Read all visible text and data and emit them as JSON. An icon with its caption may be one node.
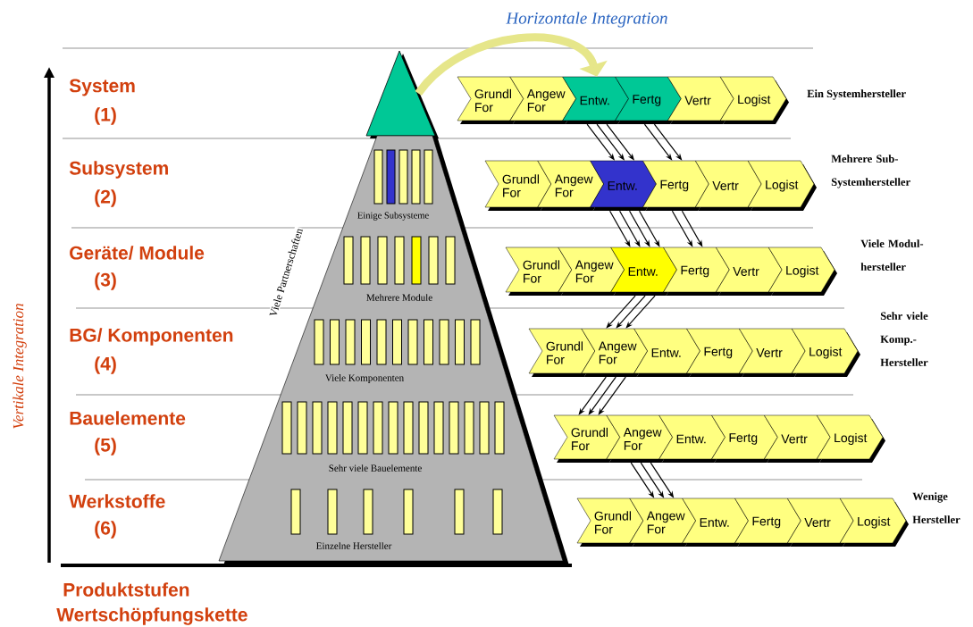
{
  "diagram": {
    "title": "Horizontale Integration",
    "nodes": [
      {
        "text": [],
        "shape": "triangle"
      },
      {
        "text": [
          "Einige Subsysteme",
          "Mehrere Module",
          "Viele Komponenten",
          "Sehr viele Bauelemente",
          "Einzelne Hersteller"
        ]
      },
      {
        "text": [
          "Grundl For"
        ]
      },
      {
        "text": [
          "Angew For"
        ]
      },
      {
        "text": [
          "Entw."
        ]
      },
      {
        "text": [
          "Fertg"
        ]
      },
      {
        "text": [
          "Vertr"
        ]
      },
      {
        "text": [
          "Logist"
        ]
      },
      {
        "text": [
          "Grundl For"
        ]
      },
      {
        "text": [
          "Angew For"
        ]
      },
      {
        "text": [
          "Entw."
        ]
      },
      {
        "text": [
          "Fertg"
        ]
      },
      {
        "text": [
          "Vertr"
        ]
      },
      {
        "text": [
          "Logist"
        ]
      },
      {
        "text": [
          "Grundl For"
        ]
      },
      {
        "text": [
          "Angew For"
        ]
      },
      {
        "text": [
          "Entw."
        ]
      },
      {
        "text": [
          "Fertg"
        ]
      },
      {
        "text": [
          "Vertr"
        ]
      },
      {
        "text": [
          "Logist"
        ]
      },
      {
        "text": [
          "Grundl For"
        ]
      },
      {
        "text": [
          "Angew For"
        ]
      },
      {
        "text": [
          "Entw."
        ]
      },
      {
        "text": [
          "Fertg"
        ]
      },
      {
        "text": [
          "Vertr"
        ]
      },
      {
        "text": [
          "Logist"
        ]
      },
      {
        "text": [
          "Grundl For"
        ]
      },
      {
        "text": [
          "Angew For"
        ]
      },
      {
        "text": [
          "Entw."
        ]
      },
      {
        "text": [
          "Fertg"
        ]
      },
      {
        "text": [
          "Vertr"
        ]
      },
      {
        "text": [
          "Logist"
        ]
      },
      {
        "text": [
          "Grundl For"
        ]
      },
      {
        "text": [
          "Angew For"
        ]
      },
      {
        "text": [
          "Entw."
        ]
      },
      {
        "text": [
          "Fertg"
        ]
      },
      {
        "text": [
          "Vertr"
        ]
      },
      {
        "text": [
          "Logist"
        ]
      }
    ],
    "edges": [
      {
        "from": 0,
        "to": 4,
        "arrow": "to",
        "style": "thick",
        "color": "#e6e68a"
      },
      {
        "from": 4,
        "to": 10,
        "arrow": "to"
      },
      {
        "from": 4,
        "to": 10,
        "arrow": "to"
      },
      {
        "from": 4,
        "to": 10,
        "arrow": "to"
      },
      {
        "from": 5,
        "to": 11,
        "arrow": "to"
      },
      {
        "from": 5,
        "to": 11,
        "arrow": "to"
      },
      {
        "from": 10,
        "to": 16,
        "arrow": "to"
      },
      {
        "from": 10,
        "to": 16,
        "arrow": "to"
      },
      {
        "from": 10,
        "to": 16,
        "arrow": "to"
      },
      {
        "from": 10,
        "to": 16,
        "arrow": "to"
      },
      {
        "from": 11,
        "to": 17,
        "arrow": "to"
      },
      {
        "from": 11,
        "to": 17,
        "arrow": "to"
      },
      {
        "from": 16,
        "to": 21,
        "arrow": "to"
      },
      {
        "from": 16,
        "to": 21,
        "arrow": "to"
      },
      {
        "from": 16,
        "to": 21,
        "arrow": "to"
      },
      {
        "from": 21,
        "to": 26,
        "arrow": "to"
      },
      {
        "from": 21,
        "to": 26,
        "arrow": "to"
      },
      {
        "from": 21,
        "to": 26,
        "arrow": "to"
      },
      {
        "from": 27,
        "to": 33,
        "arrow": "to"
      },
      {
        "from": 27,
        "to": 33,
        "arrow": "to"
      },
      {
        "from": 27,
        "to": 33,
        "arrow": "to"
      }
    ],
    "labels": [
      "System",
      "(1)",
      "Ein Systemhersteller",
      "Subsystem",
      "(2)",
      "Mehrere Sub- Systemhersteller",
      "Geräte/ Module",
      "(3)",
      "Viele Modul- hersteller",
      "Viele Partnerschaften",
      "BG/ Komponenten",
      "(4)",
      "Sehr viele Komp.- Hersteller",
      "Bauelemente",
      "(5)",
      "Werkstoffe",
      "(6)",
      "Wenige Hersteller",
      "Vertikale Integration",
      "Produktstufen",
      "Wertschöpfungskette"
    ]
  }
}
